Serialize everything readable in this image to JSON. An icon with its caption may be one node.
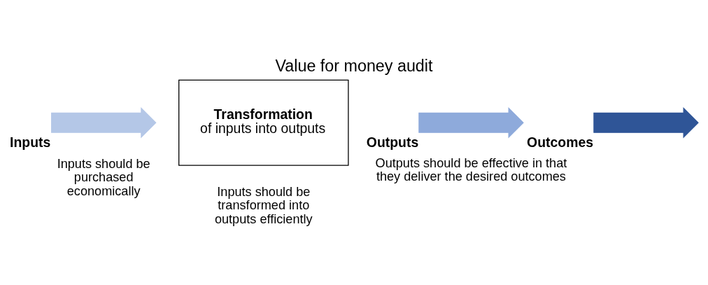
{
  "diagram": {
    "title": "Value for money audit",
    "nodes": [
      {
        "text": [
          "Inputs"
        ]
      },
      {
        "text": [
          "Transformation",
          "of inputs into outputs"
        ]
      },
      {
        "text": [
          "Outputs"
        ]
      },
      {
        "text": [
          "Outcomes"
        ]
      }
    ],
    "labels": [
      "Inputs should be purchased economically",
      "Inputs should be transformed into outputs efficiently",
      "Outputs should be effective in that they deliver the desired outcomes"
    ]
  }
}
